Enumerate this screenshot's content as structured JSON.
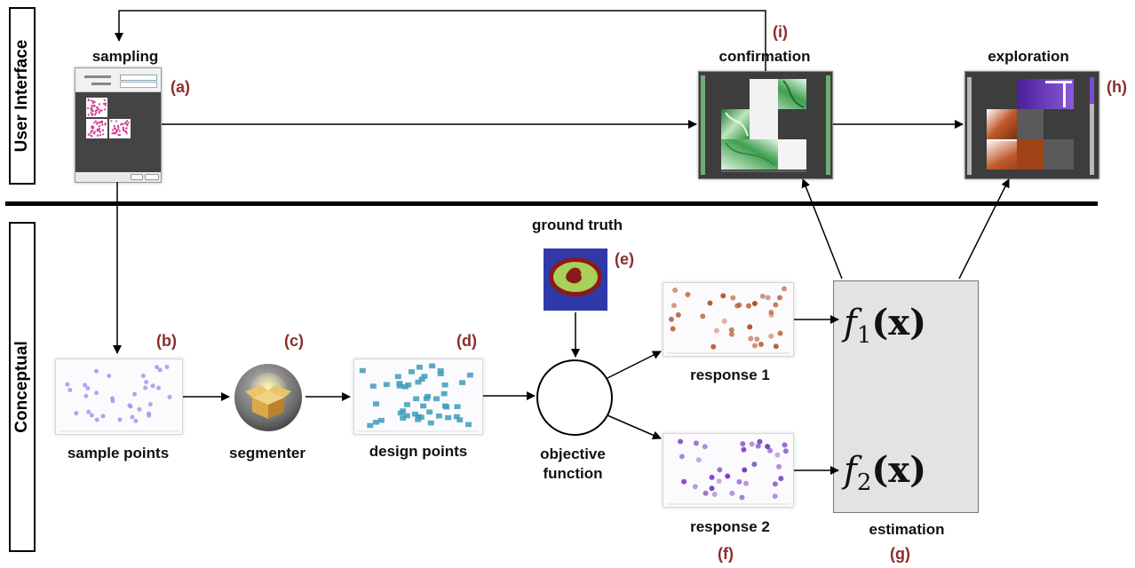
{
  "sides": {
    "top": "User Interface",
    "bottom": "Conceptual"
  },
  "labels": {
    "sampling": "sampling",
    "confirmation": "confirmation",
    "exploration": "exploration",
    "ground_truth": "ground truth",
    "sample_points": "sample points",
    "segmenter": "segmenter",
    "design_points": "design points",
    "objective_function_1": "objective",
    "objective_function_2": "function",
    "response_1": "response 1",
    "response_2": "response 2",
    "estimation": "estimation"
  },
  "tags": {
    "a": "(a)",
    "b": "(b)",
    "c": "(c)",
    "d": "(d)",
    "e": "(e)",
    "f": "(f)",
    "g": "(g)",
    "h": "(h)",
    "i": "(i)"
  },
  "formulas": {
    "f1": {
      "base": "f",
      "sub": "1",
      "arg": "(x)"
    },
    "f2": {
      "base": "f",
      "sub": "2",
      "arg": "(x)"
    }
  },
  "colors": {
    "tag": "#8b2c2c",
    "sample_points": "#9a9aea",
    "design_points": "#3f9bb8",
    "response_1": "#b3562a",
    "response_2": "#7a3fc0",
    "sampling_pink": "#d23b8f",
    "confirmation_green": "#2f8f3f",
    "exploration_purple": "#6b2fc0",
    "exploration_brown": "#9a3e17",
    "ground_truth_bg": "#2f3aa8",
    "ground_truth_ring": "#8b1a1a",
    "ground_truth_fill": "#a8d05a"
  },
  "icons": [
    "segmenter-box-icon"
  ]
}
